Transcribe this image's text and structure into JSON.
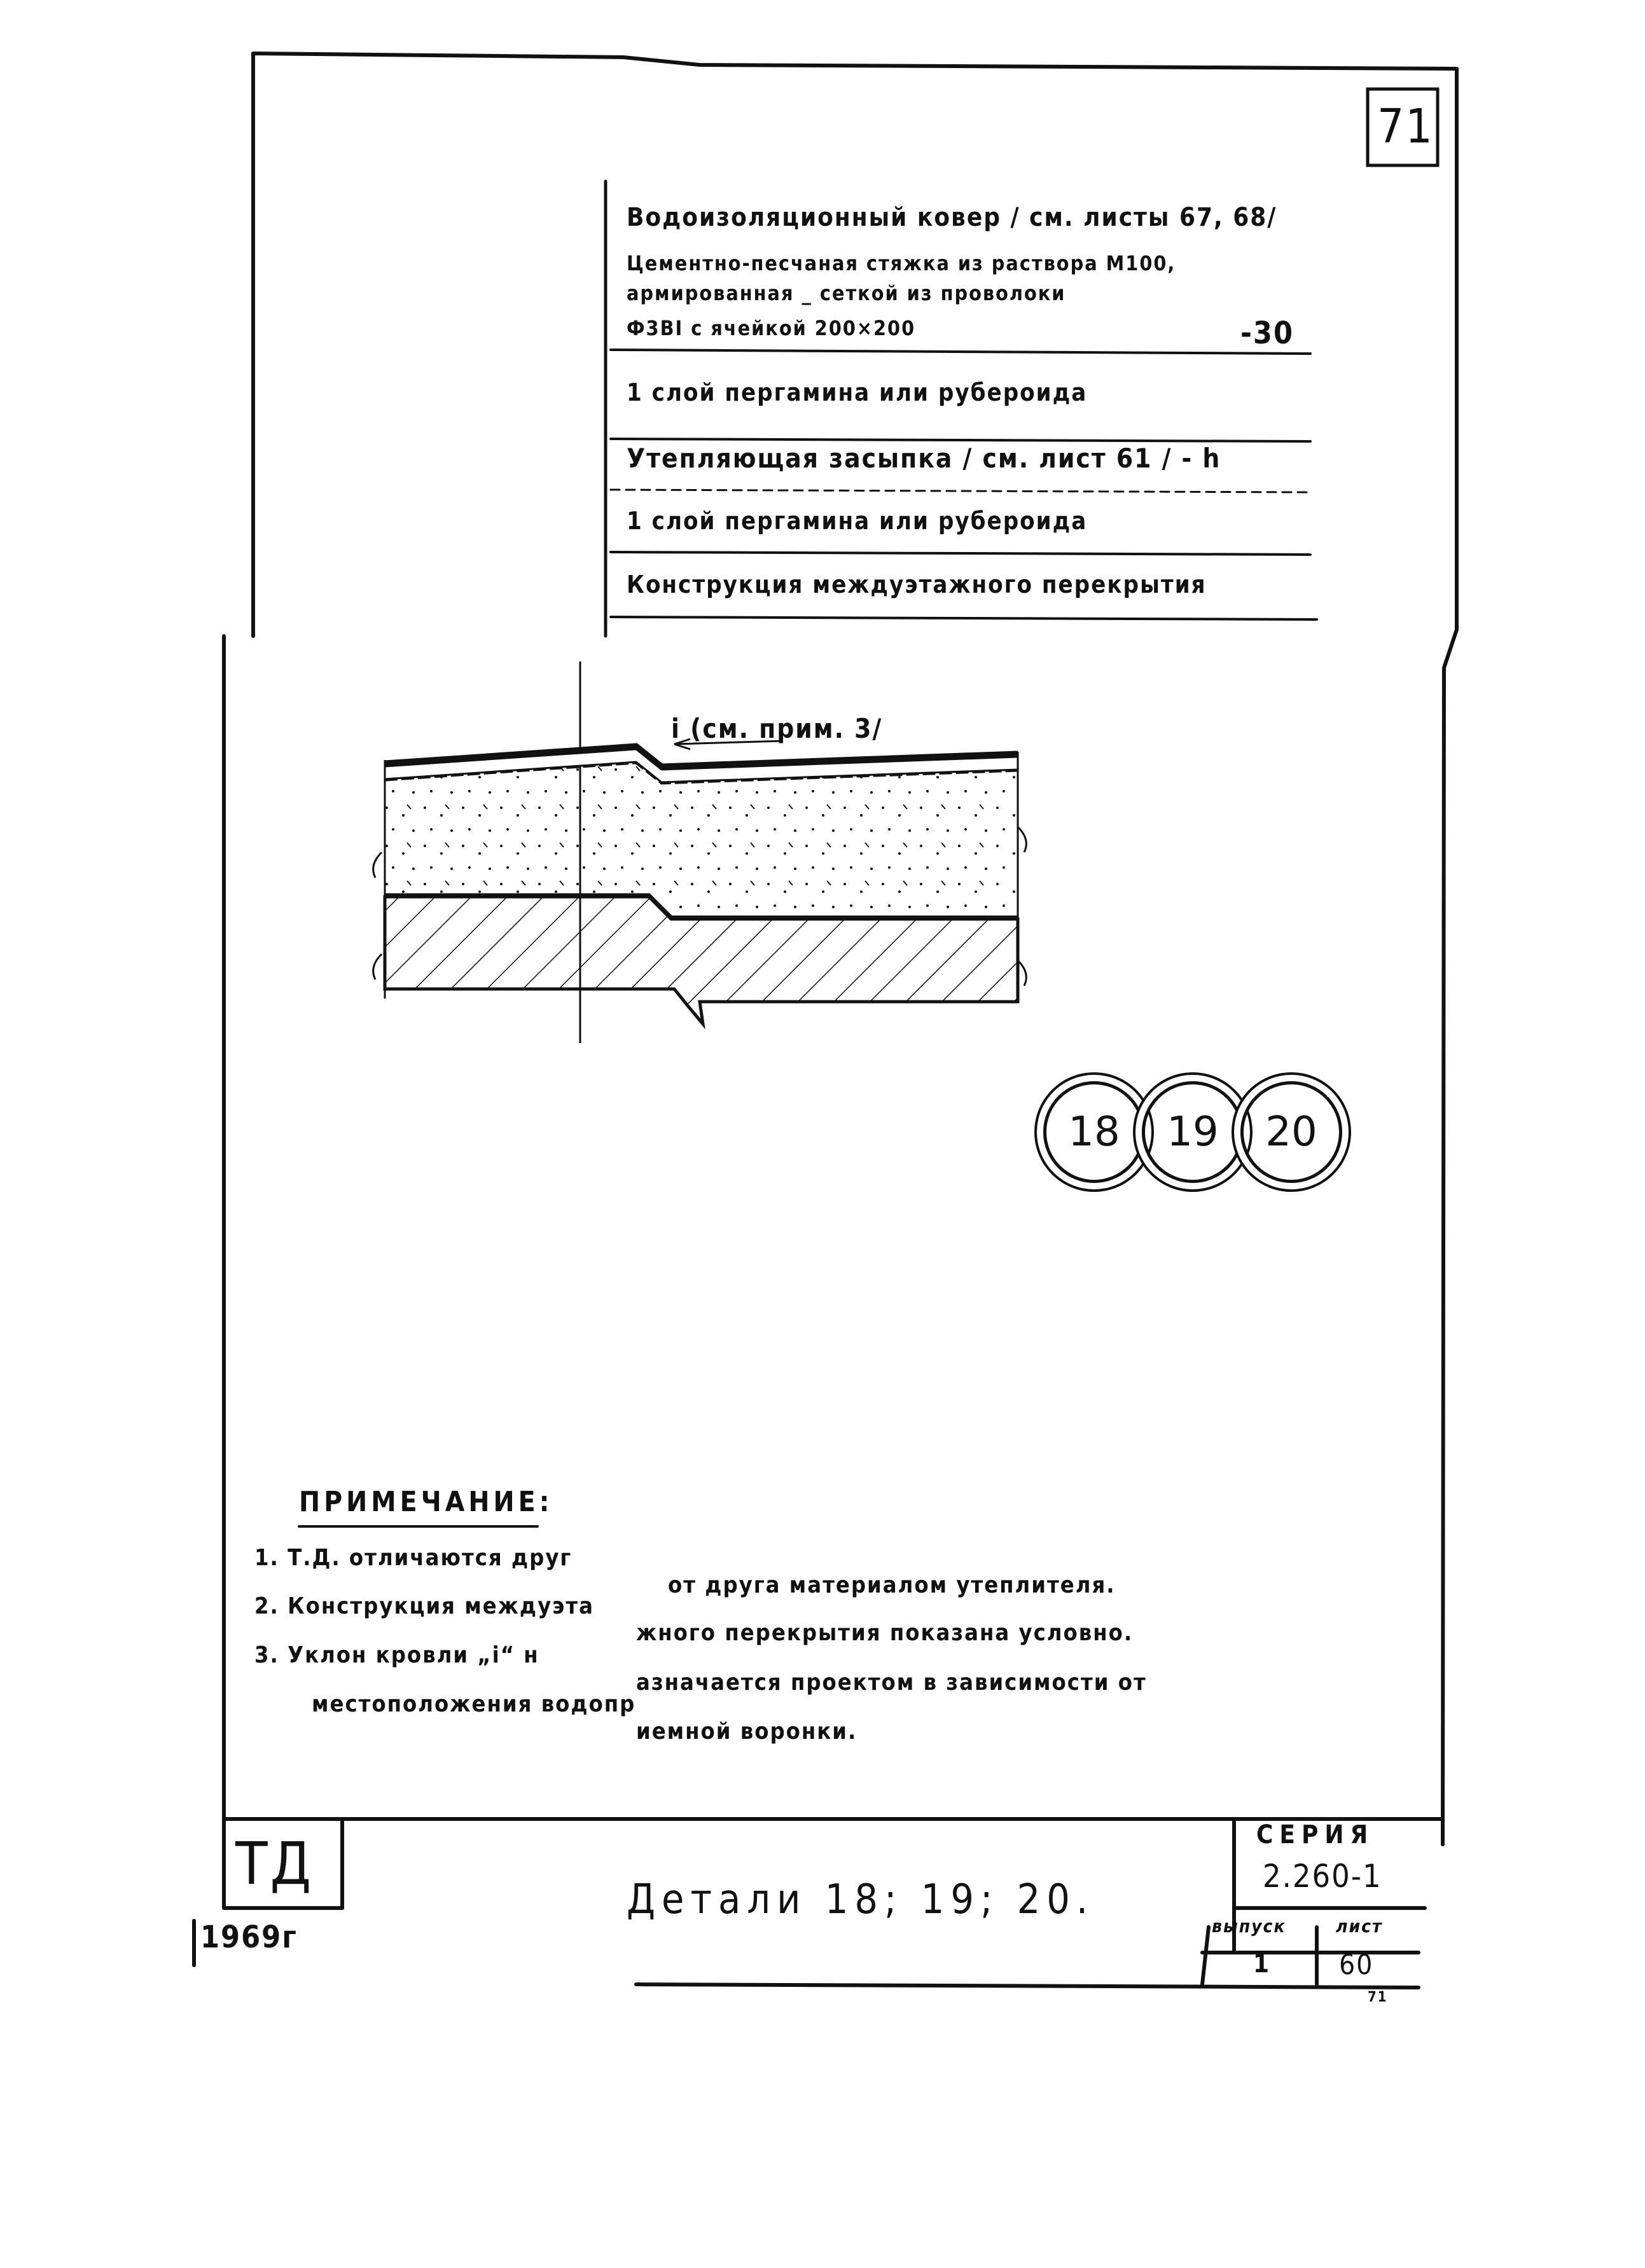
{
  "sheet": {
    "corner_number": "71",
    "bottom_mark": "71"
  },
  "legend": [
    {
      "line1": "Водоизоляционный   ковер / см. листы 67, 68/"
    },
    {
      "line1": "Цементно-песчаная   стяжка   из   раствора  М100,",
      "line2": "армированная _ сеткой   из   проволоки",
      "line3": "Ф3ВI   с ячейкой    200×200",
      "dim": "-30"
    },
    {
      "line1": "1 слой   пергамина   или   рубероида"
    },
    {
      "line1": "Утепляющая   засыпка   / см.   лист   61 / - h"
    },
    {
      "line1": "1 слой   пергамина   или   рубероида"
    },
    {
      "line1": "Конструкция   междуэтажного   перекрытия"
    }
  ],
  "drawing": {
    "slope_label": "i (см. прим. 3/"
  },
  "details": [
    "18",
    "19",
    "20"
  ],
  "notes": {
    "heading": "ПРИМЕЧАНИЕ:",
    "items": [
      {
        "a": "1. Т.Д. отличаются  друг",
        "b": "от  друга   материалом   утеплителя."
      },
      {
        "a": "2. Конструкция  междуэта",
        "b": "жного   перекрытия   показана   условно."
      },
      {
        "a": "3. Уклон  кровли  „i“  н",
        "b": "азначается   проектом   в  зависимости  от"
      },
      {
        "a": "местоположения  водопр",
        "b": "иемной   воронки."
      }
    ]
  },
  "title_block": {
    "code": "ТД",
    "year": "1969г",
    "title": "Детали 18; 19; 20.",
    "series_label": "СЕРИЯ",
    "series_value": "2.260-1",
    "issue_label": "выпуск",
    "issue_value": "1",
    "sheet_label": "лист",
    "sheet_value": "60"
  }
}
